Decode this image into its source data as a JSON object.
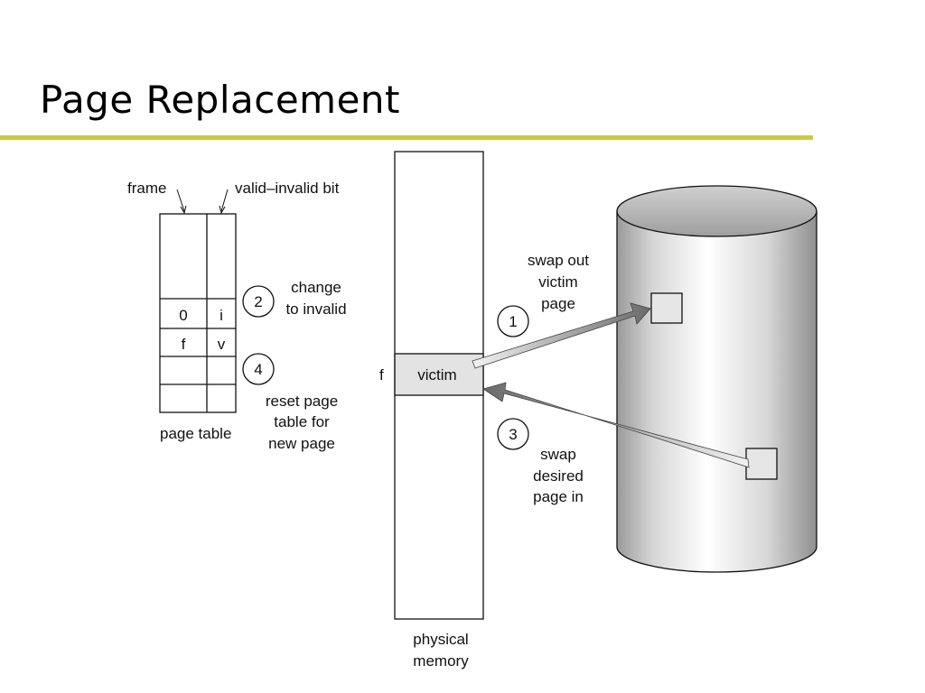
{
  "slide": {
    "title": "Page Replacement"
  },
  "page_table": {
    "frame_label": "frame",
    "valid_invalid_label": "valid–invalid bit",
    "caption": "page table",
    "rows": [
      {
        "frame": "",
        "bit": ""
      },
      {
        "frame": "0",
        "bit": "i"
      },
      {
        "frame": "f",
        "bit": "v"
      },
      {
        "frame": "",
        "bit": ""
      },
      {
        "frame": "",
        "bit": ""
      }
    ]
  },
  "steps": [
    {
      "number": "1",
      "text_lines": [
        "swap out",
        "victim",
        "page"
      ]
    },
    {
      "number": "2",
      "text_lines": [
        "change",
        "to invalid"
      ]
    },
    {
      "number": "3",
      "text_lines": [
        "swap",
        "desired",
        "page in"
      ]
    },
    {
      "number": "4",
      "text_lines": [
        "reset page",
        "table for",
        "new page"
      ]
    }
  ],
  "physical_memory": {
    "frame_label": "f",
    "victim_label": "victim",
    "caption_lines": [
      "physical",
      "memory"
    ]
  },
  "colors": {
    "title_rule": "#c9c944",
    "victim_fill": "#e3e3e3",
    "disk_top": "#bdbdbd"
  }
}
